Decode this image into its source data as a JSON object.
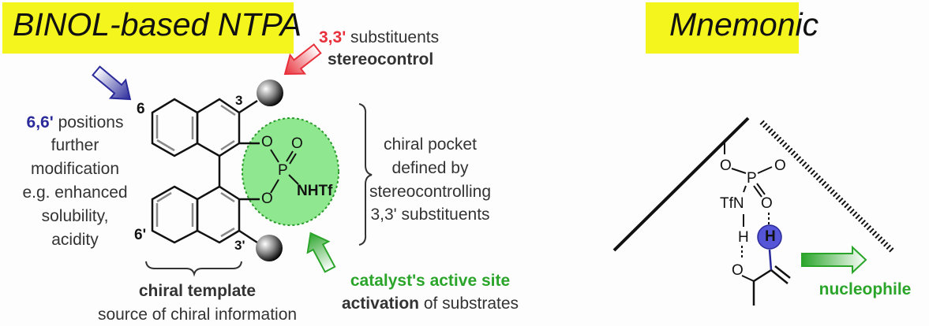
{
  "left_panel": {
    "title": "BINOL-based NTPA",
    "substituents": {
      "num": "3,3'",
      "text": " substituents",
      "role": "stereocontrol"
    },
    "positions": {
      "num": "6,6'",
      "lines": [
        " positions",
        "further",
        "modification",
        "e.g. enhanced",
        "solubility,",
        "acidity"
      ]
    },
    "labels": {
      "six": "6",
      "six_prime": "6'",
      "three": "3",
      "three_prime": "3'",
      "O_top": "O",
      "O_bottom": "O",
      "O_double": "O",
      "P": "P",
      "NHTf": "NHTf"
    },
    "pocket": [
      "chiral pocket",
      "defined by",
      "stereocontrolling",
      "3,3' substituents"
    ],
    "template": {
      "title": "chiral template",
      "text": "source of chiral information"
    },
    "active_site": {
      "title": "catalyst's active site",
      "bold": "activation",
      "rest": " of substrates"
    }
  },
  "right_panel": {
    "title": "Mnemonic",
    "labels": {
      "O1": "O",
      "O2": "O",
      "P": "P",
      "O3": "O",
      "TfN": "TfN",
      "H1": "H",
      "O4": "O",
      "H2": "H"
    },
    "nucleophile": "nucleophile"
  },
  "colors": {
    "yellow": "#f5f51e",
    "red": "#e8303a",
    "blue": "#2a2a9a",
    "green": "#2aa52a",
    "pocket": "#8fe88f"
  }
}
